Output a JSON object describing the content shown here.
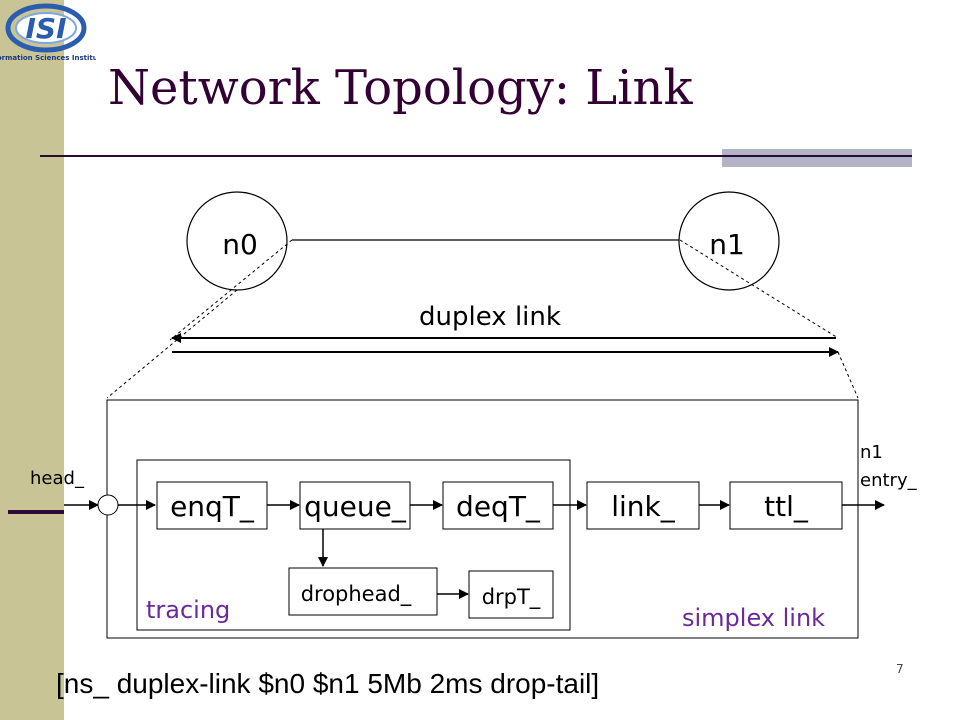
{
  "logo": {
    "text": "ISI",
    "subtitle": "Information Sciences Institute"
  },
  "title": "Network Topology: Link",
  "nodes": {
    "n0": "n0",
    "n1": "n1"
  },
  "duplex_label": "duplex link",
  "head_label": "head_",
  "n1_entry": {
    "line1": "n1",
    "line2": "entry_"
  },
  "blocks": {
    "enqT": "enqT_",
    "queue": "queue_",
    "deqT": "deqT_",
    "link": "link_",
    "ttl": "ttl_",
    "drophead": "drophead_",
    "drpT": "drpT_"
  },
  "tracing_label": "tracing",
  "simplex_label": "simplex link",
  "command": "[ns_ duplex-link $n0 $n1 5Mb 2ms drop-tail]",
  "slide_number": "7",
  "colors": {
    "accent": "#6a2a9a",
    "title": "#330033",
    "sidebar": "#c9c496",
    "logo": "#2a5db0"
  }
}
